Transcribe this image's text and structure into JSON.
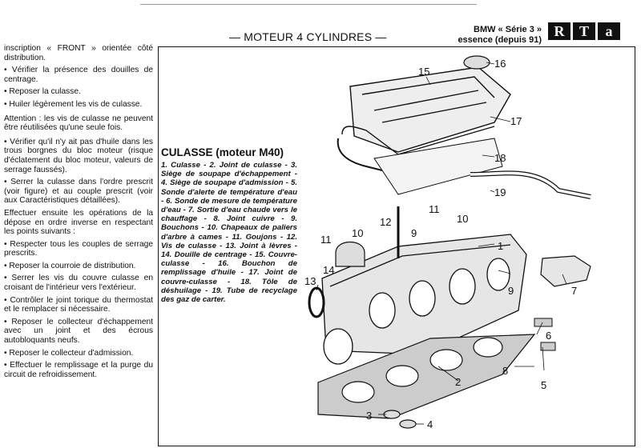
{
  "header": {
    "title": "— MOTEUR 4 CYLINDRES —",
    "brand_line1": "BMW « Série 3 »",
    "brand_line2": "essence (depuis 91)",
    "logo_letters": [
      "R",
      "T",
      "a"
    ]
  },
  "left_column": {
    "paragraphs": [
      "inscription « FRONT » orientée côté distribution.",
      "• Vérifier la présence des douilles de centrage.",
      "• Reposer la culasse.",
      "• Huiler légèrement les vis de culasse.",
      "Attention : les vis de culasse ne peuvent être réutilisées qu'une seule fois.",
      "• Vérifier qu'il n'y ait pas d'huile dans les trous borgnes du bloc moteur (risque d'éclatement du bloc moteur, valeurs de serrage faussés).",
      "• Serrer la culasse dans l'ordre prescrit (voir figure) et au couple prescrit (voir aux Caractéristiques détaillées).",
      "Effectuer ensuite les opérations de la dépose en ordre inverse en respectant les points suivants :",
      "• Respecter tous les couples de serrage prescrits.",
      "• Reposer la courroie de distribution.",
      "• Serrer les vis du couvre culasse en croisant de l'intérieur vers l'extérieur.",
      "• Contrôler le joint torique du thermostat et le remplacer si nécessaire.",
      "• Reposer le collecteur d'échappement avec un joint et des écrous autobloquants neufs.",
      "• Reposer le collecteur d'admission.",
      "• Effectuer le remplissage et la purge du circuit de refroidissement."
    ]
  },
  "figure": {
    "title": "CULASSE (moteur M40)",
    "legend": "1. Culasse - 2. Joint de culasse - 3. Siège de soupape d'échappement - 4. Siège de soupape d'admission - 5. Sonde d'alerte de température d'eau - 6. Sonde de mesure de température d'eau - 7. Sortie d'eau chaude vers le chauffage - 8. Joint cuivre - 9. Bouchons - 10. Chapeaux de paliers d'arbre à cames - 11. Goujons - 12. Vis de culasse - 13. Joint à lèvres - 14. Douille de centrage - 15. Couvre-culasse - 16. Bouchon de remplissage d'huile - 17. Joint de couvre-culasse - 18. Tôle de déshuilage - 19. Tube de recyclage des gaz de carter.",
    "callouts": [
      "1",
      "2",
      "3",
      "4",
      "5",
      "6",
      "7",
      "8",
      "9",
      "9",
      "10",
      "10",
      "11",
      "11",
      "12",
      "13",
      "14",
      "15",
      "16",
      "17",
      "18",
      "19"
    ]
  }
}
